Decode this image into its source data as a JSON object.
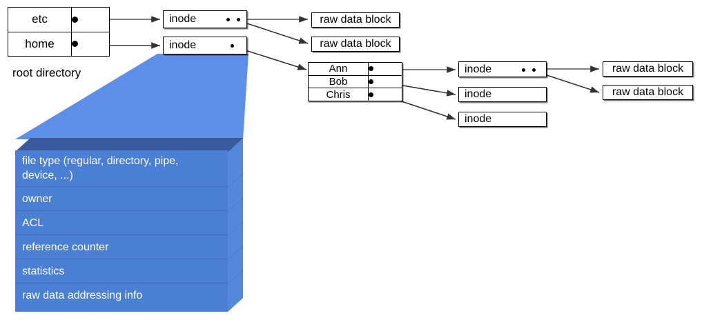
{
  "diagram": {
    "title": "unix-inode-filesystem-structure",
    "colors": {
      "panel_front": "#4a7fd4",
      "panel_side": "#5588dd",
      "panel_top": "#3a5a9e",
      "funnel": "#5e8fe8",
      "line": "#4d4d4d",
      "box_border": "#000000",
      "text_on_panel": "#ffffff"
    }
  },
  "root_directory": {
    "caption": "root directory",
    "entries": [
      {
        "name": "etc",
        "pointer": "●"
      },
      {
        "name": "home",
        "pointer": "●"
      }
    ]
  },
  "home_directory": {
    "entries": [
      {
        "name": "Ann",
        "pointer": "●"
      },
      {
        "name": "Bob",
        "pointer": "●"
      },
      {
        "name": "Chris",
        "pointer": "●"
      }
    ]
  },
  "inodes": [
    {
      "id": "inode-etc",
      "label": "inode",
      "pointer_count": 2
    },
    {
      "id": "inode-home",
      "label": "inode",
      "pointer_count": 1
    },
    {
      "id": "inode-ann",
      "label": "inode",
      "pointer_count": 2
    },
    {
      "id": "inode-bob",
      "label": "inode",
      "pointer_count": 0
    },
    {
      "id": "inode-chris",
      "label": "inode",
      "pointer_count": 0
    }
  ],
  "raw_data_blocks": [
    {
      "id": "rdb-etc-1",
      "label": "raw data block"
    },
    {
      "id": "rdb-etc-2",
      "label": "raw data block"
    },
    {
      "id": "rdb-ann-1",
      "label": "raw data block"
    },
    {
      "id": "rdb-ann-2",
      "label": "raw data block"
    }
  ],
  "inode_detail_panel": {
    "rows": [
      {
        "label": "file type (regular, directory, pipe,\ndevice, ...)"
      },
      {
        "label": "owner"
      },
      {
        "label": "ACL"
      },
      {
        "label": "reference counter"
      },
      {
        "label": "statistics"
      },
      {
        "label": "raw data addressing info"
      }
    ]
  }
}
